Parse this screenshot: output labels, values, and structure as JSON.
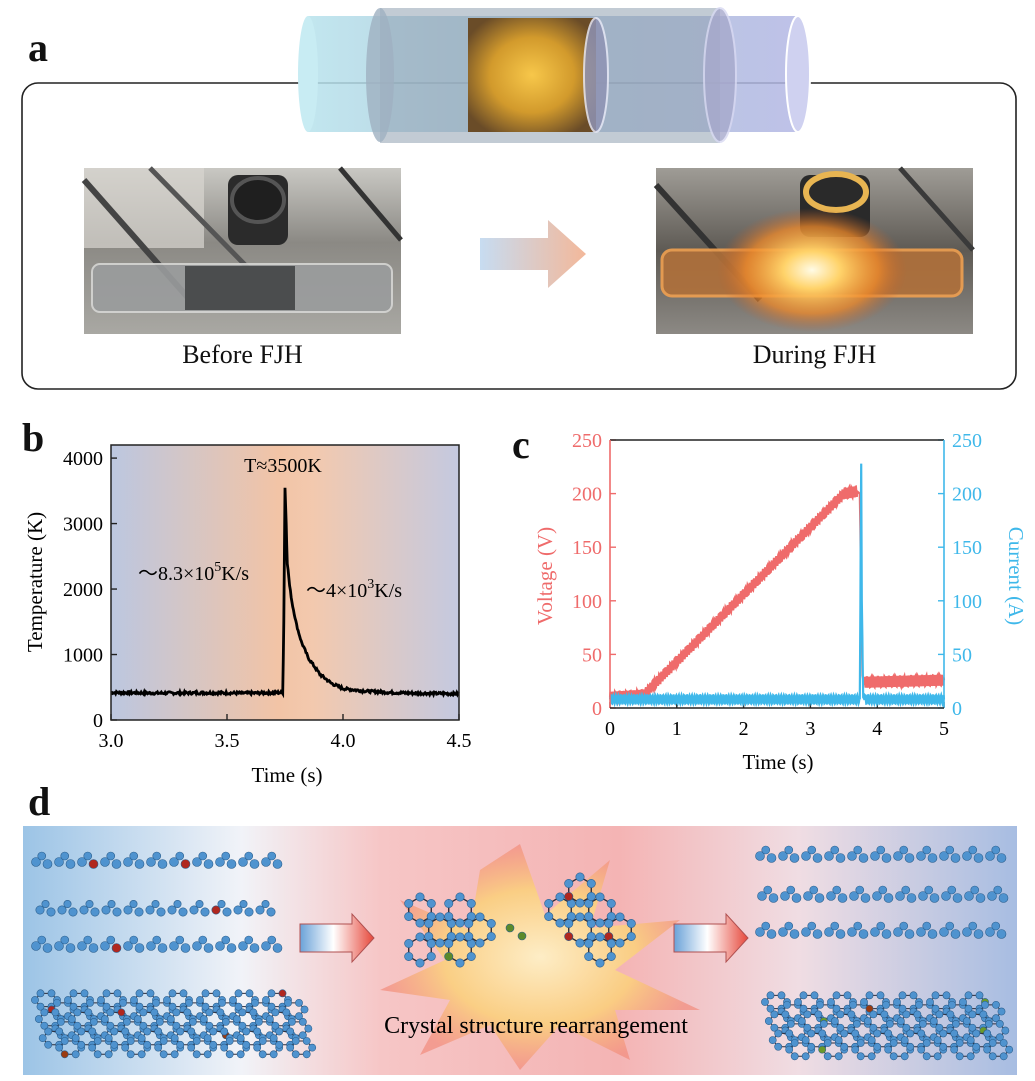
{
  "panels": {
    "a": {
      "letter": "a",
      "before_caption": "Before FJH",
      "during_caption": "During FJH"
    },
    "b": {
      "letter": "b",
      "peak_label": "T≈3500K",
      "heating_rate": "～8.3×10",
      "heating_sup": "5",
      "heating_unit": "K/s",
      "cooling_rate": "～4×10",
      "cooling_sup": "3",
      "cooling_unit": "K/s"
    },
    "c": {
      "letter": "c"
    },
    "d": {
      "letter": "d",
      "caption": "Crystal structure rearrangement"
    }
  },
  "chart_data": [
    {
      "type": "line",
      "xlabel": "Time (s)",
      "ylabel": "Temperature (K)",
      "xlim": [
        3.0,
        4.5
      ],
      "ylim": [
        0,
        4200
      ],
      "xticks": [
        "3.0",
        "3.5",
        "4.0",
        "4.5"
      ],
      "yticks": [
        "0",
        "1000",
        "2000",
        "3000",
        "4000"
      ],
      "series": [
        {
          "x": [
            3.0,
            3.2,
            3.4,
            3.6,
            3.74,
            3.745,
            3.75,
            3.755,
            3.76,
            3.77,
            3.78,
            3.8,
            3.82,
            3.85,
            3.9,
            3.95,
            4.0,
            4.1,
            4.2,
            4.3,
            4.4,
            4.5
          ],
          "y": [
            420,
            410,
            415,
            410,
            420,
            1500,
            3550,
            3000,
            2400,
            2050,
            1800,
            1450,
            1200,
            950,
            700,
            560,
            480,
            440,
            420,
            410,
            405,
            400
          ]
        }
      ],
      "grid": false
    },
    {
      "type": "line",
      "xlabel": "Time (s)",
      "ylabel": "Voltage (V)",
      "ylabel_right": "Current (A)",
      "xlim": [
        0,
        5
      ],
      "ylim": [
        0,
        250
      ],
      "ylim_right": [
        0,
        250
      ],
      "xticks": [
        "0",
        "1",
        "2",
        "3",
        "4",
        "5"
      ],
      "yticks": [
        "0",
        "50",
        "100",
        "150",
        "200",
        "250"
      ],
      "colors": {
        "voltage": "#ef6b6b",
        "current": "#3fb8ea"
      },
      "series": [
        {
          "axis": "left",
          "x": [
            0.0,
            0.5,
            3.5,
            3.7,
            3.74,
            3.78,
            3.8,
            5.0
          ],
          "y": [
            10,
            12,
            200,
            202,
            200,
            30,
            24,
            26
          ]
        },
        {
          "axis": "right",
          "x": [
            0.0,
            3.74,
            3.76,
            3.77,
            3.79,
            3.81,
            5.0
          ],
          "y": [
            8,
            8,
            228,
            100,
            10,
            8,
            8
          ]
        }
      ],
      "grid": false
    }
  ]
}
